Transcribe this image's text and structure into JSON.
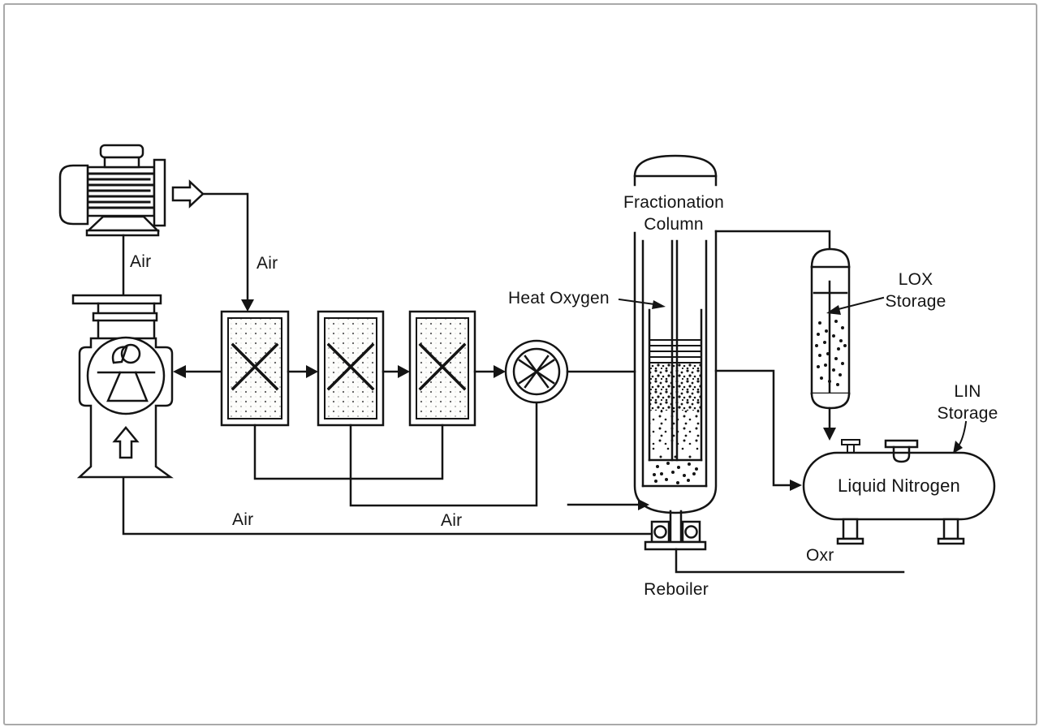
{
  "diagram": {
    "type": "process-flow-diagram",
    "equipment_symbols": [
      "electric-motor",
      "compressor",
      "adsorber-vessel-1",
      "adsorber-vessel-2",
      "adsorber-vessel-3",
      "heat-exchanger",
      "fractionation-column",
      "reboiler",
      "lox-storage-vessel",
      "lin-storage-tank"
    ],
    "labels": {
      "air_motor_line": "Air",
      "air_feed_line": "Air",
      "air_return_left": "Air",
      "air_return_right": "Air",
      "fractionation_column": [
        "Fractionation",
        "Column"
      ],
      "heat_oxygen": "Heat Oxygen",
      "lox_storage": [
        "LOX",
        "Storage"
      ],
      "lin_storage": [
        "LIN",
        "Storage"
      ],
      "liquid_nitrogen": "Liquid Nitrogen",
      "oxr": "Oxr",
      "reboiler": "Reboiler"
    },
    "colors": {
      "line": "#141414",
      "background": "#ffffff",
      "frame_border": "#a9a9a9"
    }
  }
}
